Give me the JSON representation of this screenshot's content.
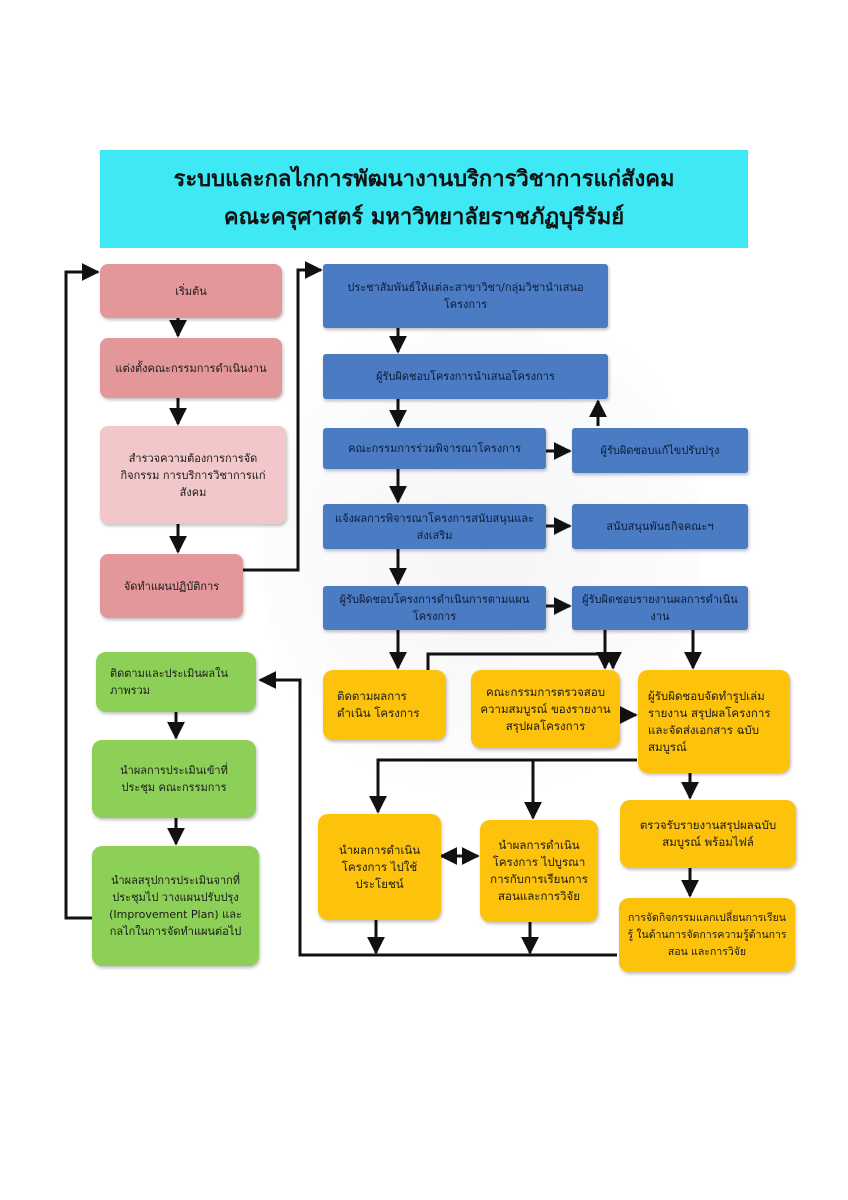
{
  "title": {
    "line1": "ระบบและกลไกการพัฒนางานบริการวิชาการแก่สังคม",
    "line2": "คณะครุศาสตร์  มหาวิทยาลัยราชภัฏบุรีรัมย์"
  },
  "nodes": {
    "start": "เริ่มต้น",
    "appoint_committee": "แต่งตั้งคณะกรรมการดำเนินงาน",
    "survey_needs": "สำรวจความต้องการการจัดกิจกรรม การบริการวิชาการแก่สังคม",
    "action_plan": "จัดทำแผนปฏิบัติการ",
    "announce_proposal": "ประชาสัมพันธ์ให้แต่ละสาขาวิชา/กลุ่มวิชานำเสนอโครงการ",
    "proposal_owner": "ผู้รับผิดชอบโครงการนำเสนอโครงการ",
    "committee_review": "คณะกรรมการร่วมพิจารณาโครงการ",
    "owner_revise": "ผู้รับผิดชอบแก้ไขปรับปรุง",
    "notify_result": "แจ้งผลการพิจารณาโครงการสนับสนุนและส่งเสริม",
    "support_mission": "สนับสนุนพันธกิจคณะฯ",
    "implement_plan": "ผู้รับผิดชอบโครงการดำเนินการตามแผนโครงการ",
    "report_result": "ผู้รับผิดชอบรายงานผลการดำเนินงาน",
    "monitor_result": "ติดตามผลการดำเนิน โครงการ",
    "check_completeness": "คณะกรรมการตรวจสอบความสมบูรณ์ ของรายงานสรุปผลโครงการ",
    "prepare_report": "ผู้รับผิดชอบจัดทำรูปเล่มรายงาน สรุปผลโครงการและจัดส่งเอกสาร ฉบับสมบูรณ์",
    "apply_results": "นำผลการดำเนินโครงการ ไปใช้ประโยชน์",
    "integrate_teaching": "นำผลการดำเนินโครงการ ไปบูรณาการกับการเรียนการ สอนและการวิจัย",
    "receive_report": "ตรวจรับรายงานสรุปผลฉบับสมบูรณ์ พร้อมไฟล์",
    "knowledge_exchange": "การจัดกิจกรรมแลกเปลี่ยนการเรียนรู้ ในด้านการจัดการความรู้ด้านการสอน และการวิจัย",
    "overall_eval": "ติดตามและประเมินผลในภาพรวม",
    "present_meeting": "นำผลการประเมินเข้าที่ประชุม คณะกรรมการ",
    "improvement_plan": "นำผลสรุปการประเมินจากที่ประชุมไป วางแผนปรับปรุง (Improvement Plan) และกลไกในการจัดทำแผนต่อไป"
  },
  "colors": {
    "title_bg": "#3fe8f5",
    "pink": "#e4979a",
    "pink_light": "#f1c7c9",
    "blue": "#4a7bc3",
    "green": "#8dd058",
    "yellow": "#fcc20c",
    "line": "#111111"
  }
}
